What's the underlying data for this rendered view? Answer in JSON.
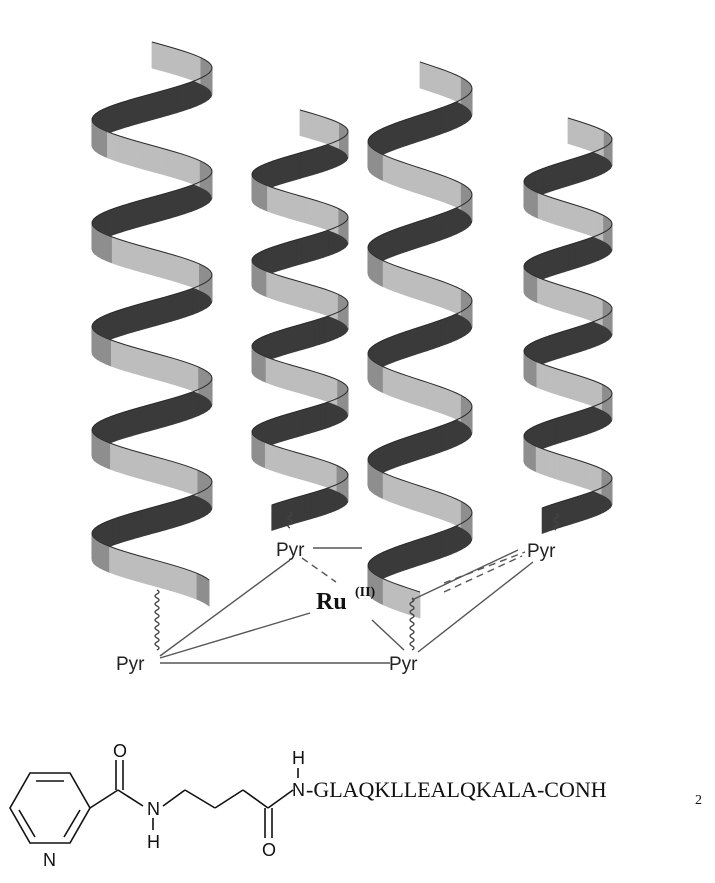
{
  "labels": {
    "pyr": "Pyr",
    "ru_main": "Ru",
    "ru_oxidation": "(II)"
  },
  "structure": {
    "oxygen": "O",
    "nitrogen": "N",
    "hydrogen": "H",
    "sequence_prefix": "-GLAQKLLEALQKALA-CONH",
    "sequence_subscript": "2"
  },
  "colors": {
    "ribbon_light": "#bdbdbd",
    "ribbon_mid": "#8e8e8e",
    "ribbon_dark": "#3a3a3a",
    "ribbon_edge": "#2b2b2b",
    "line": "#444444"
  }
}
